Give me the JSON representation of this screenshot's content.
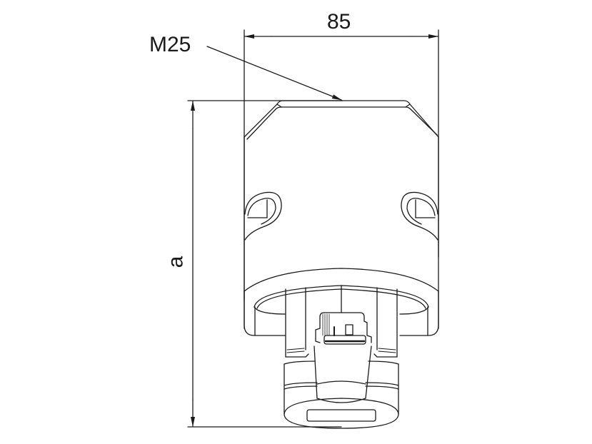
{
  "diagram": {
    "type": "technical dimension drawing",
    "subject": "surface-mounted industrial plug/socket housing, front view",
    "colors": {
      "line": "#1a1a1a",
      "background": "#ffffff"
    },
    "dimensions": {
      "width": {
        "label": "85",
        "orientation": "horizontal"
      },
      "height": {
        "label": "a",
        "orientation": "vertical"
      }
    },
    "callouts": [
      {
        "label": "M25",
        "points_to": "cable gland entry at top of housing"
      }
    ]
  }
}
